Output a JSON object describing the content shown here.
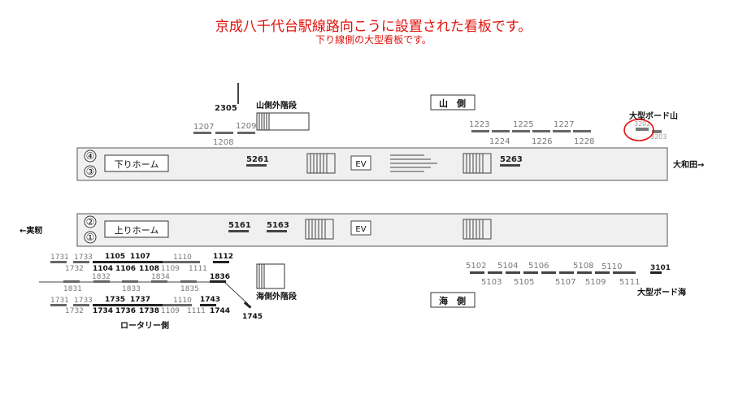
{
  "heading": {
    "title": "京成八千代台駅線路向こうに設置された看板です。",
    "subtitle": "下り線側の大型看板です。"
  },
  "colors": {
    "highlight": "#e0120c",
    "platform": "#f0f0f0",
    "lightBoard": "#8a8a8a",
    "darkBoard": "#111111"
  },
  "platforms": {
    "down": {
      "label": "下りホーム",
      "track_upper": "④",
      "track_lower": "③"
    },
    "up": {
      "label": "上りホーム",
      "track_upper": "②",
      "track_lower": "①"
    }
  },
  "sides": {
    "mountain": "山　側",
    "sea": "海　側",
    "rotary": "ロータリー側"
  },
  "facilities": {
    "stairs_mountain_outside": "山側外階段",
    "stairs_sea_outside": "海側外階段",
    "elevator": "EV",
    "large_board_mountain": "大型ボード山",
    "large_board_sea": "大型ボード海",
    "to_owadacho": "大和田→",
    "to_mimomi": "←実籾"
  },
  "boards": {
    "b2305": "2305",
    "b1207": "1207",
    "b1208": "1208",
    "b1209": "1209",
    "b1223": "1223",
    "b1224": "1224",
    "b1225": "1225",
    "b1226": "1226",
    "b1227": "1227",
    "b1228": "1228",
    "b3202": "3202",
    "b3203": "3203",
    "b5261": "5261",
    "b5263": "5263",
    "b5161": "5161",
    "b5163": "5163",
    "b1731a": "1731",
    "b1733a": "1733",
    "b1105": "1105",
    "b1107": "1107",
    "b1110a": "1110",
    "b1112": "1112",
    "b1732a": "1732",
    "b1104": "1104",
    "b1106": "1106",
    "b1108": "1108",
    "b1109a": "1109",
    "b1111a": "1111",
    "b1832": "1832",
    "b1834": "1834",
    "b1836": "1836",
    "b1831": "1831",
    "b1833": "1833",
    "b1835": "1835",
    "b1731b": "1731",
    "b1733b": "1733",
    "b1735": "1735",
    "b1737": "1737",
    "b1110b": "1110",
    "b1743": "1743",
    "b1732b": "1732",
    "b1734": "1734",
    "b1736": "1736",
    "b1738": "1738",
    "b1109b": "1109",
    "b1111b": "1111",
    "b1744": "1744",
    "b1745": "1745",
    "b5102": "5102",
    "b5104": "5104",
    "b5106": "5106",
    "b5108": "5108",
    "b5110": "5110",
    "b3101": "3101",
    "b5103": "5103",
    "b5105": "5105",
    "b5107": "5107",
    "b5109": "5109",
    "b5111": "5111"
  }
}
